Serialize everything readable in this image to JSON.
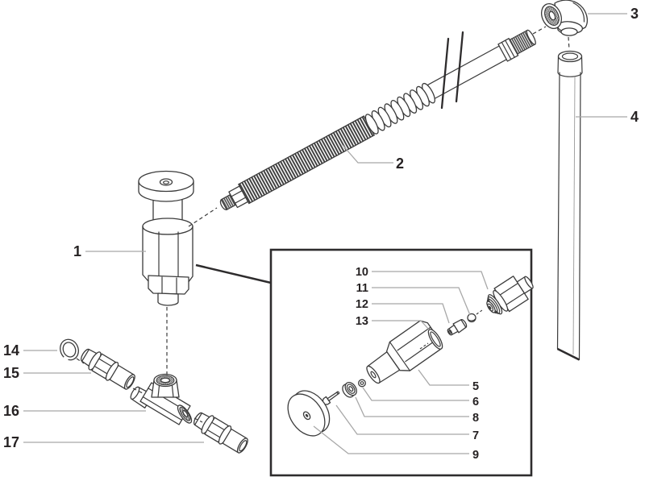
{
  "figure": {
    "type": "exploded-parts-diagram",
    "background": "#ffffff",
    "line_color": "#3b3b3b",
    "leader_color": "#a8a8a8",
    "label_color": "#262223",
    "inset_border_color": "#2e2c2d"
  },
  "callouts": {
    "c1": "1",
    "c2": "2",
    "c3": "3",
    "c4": "4",
    "c5": "5",
    "c6": "6",
    "c7": "7",
    "c8": "8",
    "c9": "9",
    "c10": "10",
    "c11": "11",
    "c12": "12",
    "c13": "13",
    "c14": "14",
    "c15": "15",
    "c16": "16",
    "c17": "17"
  }
}
